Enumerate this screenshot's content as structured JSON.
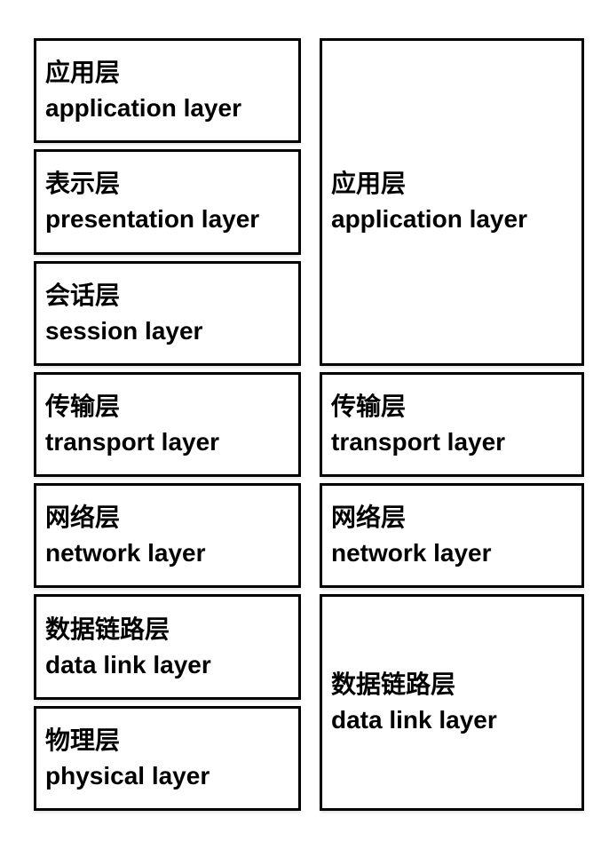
{
  "diagram": {
    "type": "layered-architecture-comparison",
    "colors": {
      "background": "#ffffff",
      "box_border": "#000000",
      "text": "#000000"
    },
    "osi_column": {
      "layers": [
        {
          "zh": "应用层",
          "en": "application layer"
        },
        {
          "zh": "表示层",
          "en": "presentation layer"
        },
        {
          "zh": "会话层",
          "en": "session layer"
        },
        {
          "zh": "传输层",
          "en": "transport layer"
        },
        {
          "zh": "网络层",
          "en": "network layer"
        },
        {
          "zh": "数据链路层",
          "en": "data link layer"
        },
        {
          "zh": "物理层",
          "en": "physical layer"
        }
      ]
    },
    "simplified_column": {
      "layers": [
        {
          "zh": "应用层",
          "en": "application layer",
          "span": 3
        },
        {
          "zh": "传输层",
          "en": "transport layer",
          "span": 1
        },
        {
          "zh": "网络层",
          "en": "network layer",
          "span": 1
        },
        {
          "zh": "数据链路层",
          "en": "data link layer",
          "span": 2
        }
      ]
    }
  }
}
